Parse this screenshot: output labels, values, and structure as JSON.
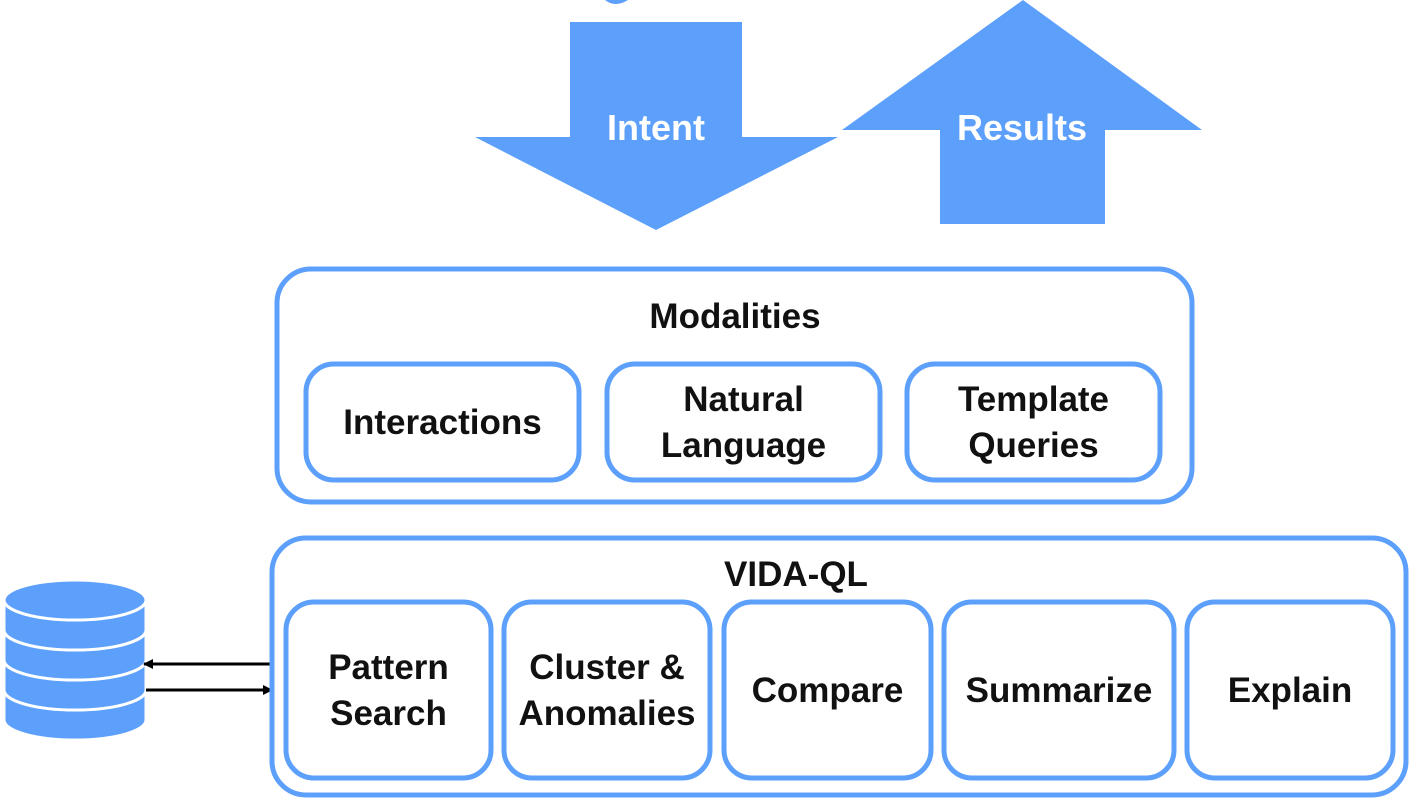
{
  "colors": {
    "accent": "#5ca0fb",
    "text": "#111111",
    "arrow_text": "#ffffff"
  },
  "arrows": {
    "down": {
      "label": "Intent"
    },
    "up": {
      "label": "Results"
    }
  },
  "modalities": {
    "title": "Modalities",
    "items": [
      {
        "lines": [
          "Interactions"
        ]
      },
      {
        "lines": [
          "Natural",
          "Language"
        ]
      },
      {
        "lines": [
          "Template",
          "Queries"
        ]
      }
    ]
  },
  "vidaql": {
    "title": "VIDA-QL",
    "items": [
      {
        "lines": [
          "Pattern",
          "Search"
        ]
      },
      {
        "lines": [
          "Cluster &",
          "Anomalies"
        ]
      },
      {
        "lines": [
          "Compare"
        ]
      },
      {
        "lines": [
          "Summarize"
        ]
      },
      {
        "lines": [
          "Explain"
        ]
      }
    ]
  },
  "database": {
    "icon": "database-icon"
  }
}
